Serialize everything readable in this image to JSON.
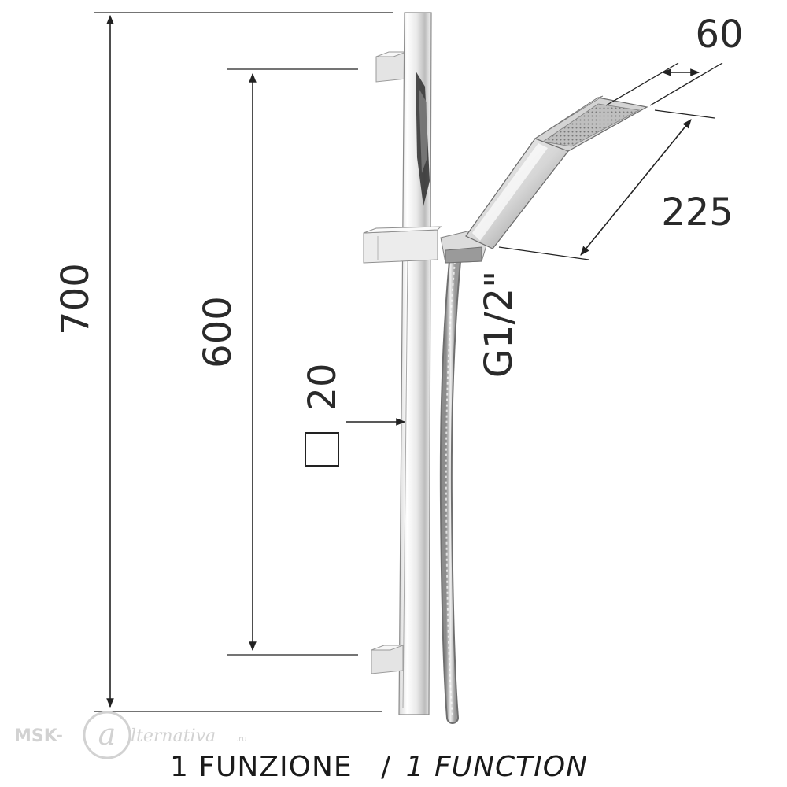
{
  "dimensions": {
    "total_height": "700",
    "bracket_spacing": "600",
    "rail_section": "20",
    "hand_shower_length": "225",
    "hand_shower_width": "60",
    "hose_connection": "G1/2\""
  },
  "caption": {
    "italian": "1 FUNZIONE",
    "separator": "/",
    "english": "1 FUNCTION"
  },
  "watermark": {
    "prefix": "MSK-",
    "letter": "a",
    "word": "lternativa",
    "suffix": ".ru"
  },
  "colors": {
    "chrome_light": "#f4f4f4",
    "chrome_mid": "#bdbdbd",
    "chrome_dark": "#3a3a3a",
    "dimension_lines": "#222222",
    "watermark": "#d2d2d2"
  }
}
